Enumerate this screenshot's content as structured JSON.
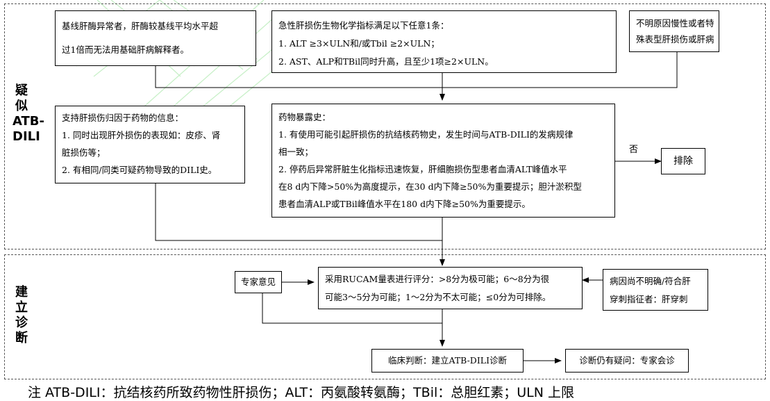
{
  "sections": {
    "suspect_label": "疑似ATB-DILI",
    "diagnosis_label": "建立诊断"
  },
  "boxes": {
    "baseline": [
      "基线肝酶异常者，肝酶较基线平均水平超",
      "过1倍而无法用基础肝病解释者。"
    ],
    "acute": [
      "急性肝损伤生物化学指标满足以下任意1条：",
      "1. ALT ≥3×ULN和/或Tbil ≥2×ULN；",
      "2. AST、ALP和TBil同时升高，且至少1项≥2×ULN。"
    ],
    "chronic": [
      "不明原因慢性或者特",
      "殊表型肝损伤或肝病"
    ],
    "support": [
      "支持肝损伤归因于药物的信息：",
      "1. 同时出现肝外损伤的表现如：皮疹、肾",
      "脏损伤等；",
      "2. 有相同/同类可疑药物导致的DILI史。"
    ],
    "exposure": [
      "药物暴露史：",
      "1. 有使用可能引起肝损伤的抗结核药物史，发生时间与ATB-DILI的发病规律",
      "相一致；",
      "2. 停药后异常肝脏生化指标迅速恢复，肝细胞损伤型患者血清ALT峰值水平",
      "在8 d内下降>50%为高度提示，在30 d内下降≥50%为重要提示；胆汁淤积型",
      "患者血清ALP或TBil峰值水平在180 d内下降≥50%为重要提示。"
    ],
    "exclude": "排除",
    "no_label": "否",
    "expert": "专家意见",
    "rucam": [
      "采用RUCAM量表进行评分：>8分为极可能；6～8分为很",
      "可能3～5分为可能；1～2分为不太可能；≤0分为可排除。"
    ],
    "biopsy": [
      "病因尚不明确/符合肝",
      "穿刺指征者：肝穿刺"
    ],
    "clinical": "临床判断：建立ATB-DILI诊断",
    "consult": "诊断仍有疑问：专家会诊"
  },
  "note": "注 ATB-DILI：抗结核药所致药物性肝损伤；ALT：丙氨酸转氨酶；TBil：总胆红素；ULN 上限",
  "colors": {
    "line": "#000000",
    "dash": "#555555",
    "watermark": "#c8f0c8"
  }
}
